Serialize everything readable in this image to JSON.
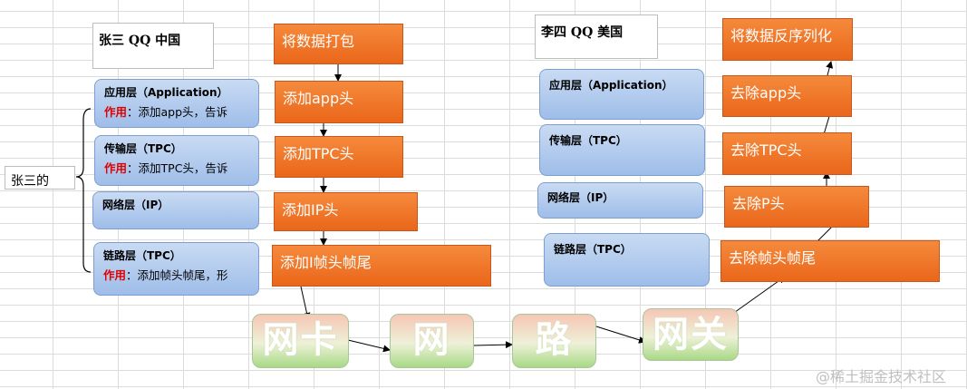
{
  "sender": {
    "title": "张三 QQ  中国",
    "side_label": "张三的",
    "layers": [
      {
        "name": "应用层（Application）",
        "role_label": "作用",
        "role_text": "：添加app头，告诉"
      },
      {
        "name": "传输层（TPC）",
        "role_label": "作用",
        "role_text": "：添加TPC头，告诉"
      },
      {
        "name": "网络层（IP）"
      },
      {
        "name": "链路层（TPC）",
        "role_label": "作用",
        "role_text": "：添加帧头帧尾，形"
      }
    ],
    "steps": [
      "将数据打包",
      "添加app头",
      "添加TPC头",
      "添加IP头",
      "添加I帧头帧尾"
    ]
  },
  "receiver": {
    "title": "李四  QQ  美国",
    "layers": [
      {
        "name": "应用层（Application）"
      },
      {
        "name": "传输层（TPC）"
      },
      {
        "name": "网络层（IP）"
      },
      {
        "name": "链路层（TPC）"
      }
    ],
    "steps": [
      "将数据反序列化",
      "去除app头",
      "去除TPC头",
      "去除P头",
      "去除帧头帧尾"
    ]
  },
  "network": [
    "网卡",
    "网",
    "路",
    "网关"
  ],
  "watermark": "@稀土掘金技术社区"
}
